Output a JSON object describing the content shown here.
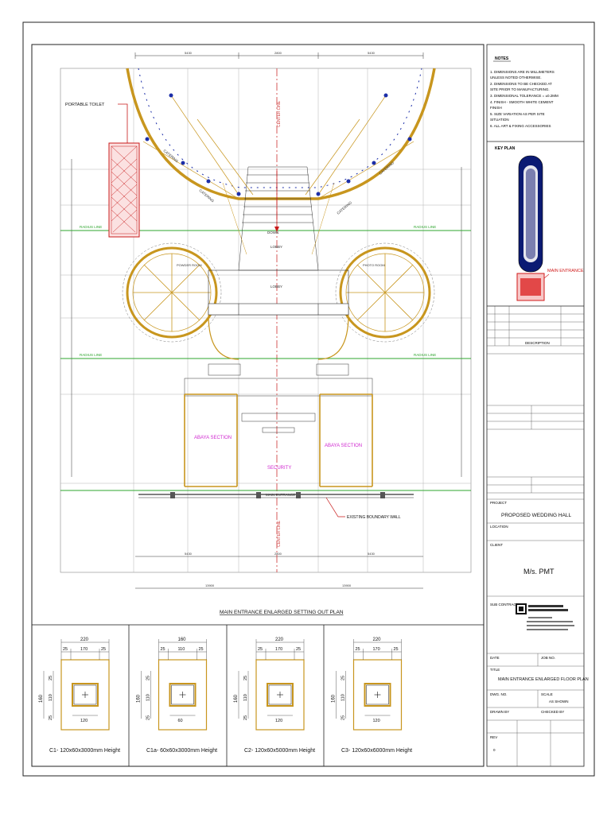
{
  "notes": {
    "heading": "NOTES",
    "items": [
      "1. DIMENSIONS ARE IN MILLIMETERS UNLESS NOTED OTHERWISE.",
      "2. DIMENSIONS TO BE CHECKED AT SITE PRIOR TO MANUFACTURING.",
      "3. DIMENSIONAL TOLERANCE = ±0.2MM",
      "4. FINISH - SMOOTH WHITE CEMENT FINISH",
      "5. SIZE VARIATION AS PER SITE SITUATION",
      "6. ALL ART & FIXING ACCESSORIES"
    ]
  },
  "key_plan": {
    "heading": "KEY PLAN",
    "label": "MAIN ENTRANCE"
  },
  "plan": {
    "title": "MAIN ENTRANCE ENLARGED SETTING OUT PLAN",
    "portable_toilet": "PORTABLE TOILET",
    "center_line": "CENTER LINE",
    "radius_line": "RADIUS LINE",
    "catering": "CATERING",
    "down": "DOWN",
    "lobby": "LOBBY",
    "powder_room": "POWDER ROOM",
    "photo_room": "PHOTO ROOM",
    "abaya_section": "ABAYA SECTION",
    "security": "SECURITY",
    "main_entrance": "MAIN ENTRANCE",
    "existing_boundary_wall": "EXISTING BOUNDARY WALL"
  },
  "details": [
    {
      "caption": "C1- 120x60x3000mm Height",
      "width": "220",
      "sub": [
        "25",
        "170",
        "25"
      ],
      "height": "160",
      "sub_h": [
        "25",
        "110",
        "25"
      ],
      "inner": "120"
    },
    {
      "caption": "C1a- 60x60x3000mm Height",
      "width": "160",
      "sub": [
        "25",
        "110",
        "25"
      ],
      "height": "160",
      "sub_h": [
        "25",
        "110",
        "25"
      ],
      "inner": "60"
    },
    {
      "caption": "C2- 120x60x5000mm Height",
      "width": "220",
      "sub": [
        "25",
        "170",
        "25"
      ],
      "height": "160",
      "sub_h": [
        "25",
        "110",
        "25"
      ],
      "inner": "120"
    },
    {
      "caption": "C3- 120x60x6000mm Height",
      "width": "220",
      "sub": [
        "25",
        "170",
        "25"
      ],
      "height": "160",
      "sub_h": [
        "25",
        "110",
        "25"
      ],
      "inner": "120"
    }
  ],
  "title_block": {
    "project_label": "PROJECT",
    "project": "PROPOSED WEDDING HALL",
    "location_label": "LOCATION",
    "client_label": "CLIENT",
    "client": "M/s. PMT",
    "drawing_title_label": "TITLE",
    "drawing_title": "MAIN ENTRANCE ENLARGED FLOOR PLAN",
    "scale_label": "SCALE",
    "scale": "AS SHOWN",
    "rev_label": "REV",
    "rev": "0",
    "date_label": "DATE",
    "job_label": "JOB NO.",
    "dwg_no_label": "DWG. NO.",
    "drawn_label": "DRAWN BY",
    "checked_label": "CHECKED BY",
    "revision_header": "DESCRIPTION",
    "contractor_label": "SUB CONTRACTOR"
  },
  "colors": {
    "wall": "#c8961e",
    "grid": "#b4b4b4",
    "radius_line": "#2ea52e",
    "center_line": "#d04848",
    "label_red": "#c81a1a",
    "abaya": "#d02ad0",
    "column": "#1c2ea8",
    "ink": "#1a1a1a"
  }
}
